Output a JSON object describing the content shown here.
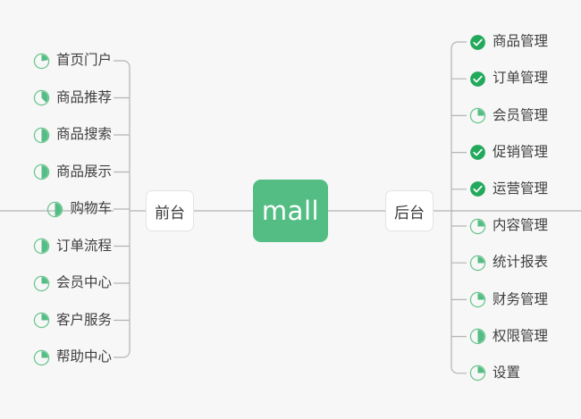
{
  "diagram": {
    "type": "mind-map",
    "title": "mall",
    "background_color": "#f7f7f7",
    "accent_color": "#53bd84",
    "ring_color": "#6cc58f",
    "wire_color": "#b4b4b4",
    "root": {
      "label": "mall",
      "text_color": "#ffffff",
      "fill_color": "#53bd84"
    },
    "branches": [
      {
        "id": "frontend",
        "label": "前台",
        "side": "left",
        "items": [
          {
            "label": "首页门户",
            "icon": "pie-progress-icon",
            "progress": 22,
            "status": "in-progress"
          },
          {
            "label": "商品推荐",
            "icon": "pie-progress-icon",
            "progress": 38,
            "status": "in-progress"
          },
          {
            "label": "商品搜索",
            "icon": "pie-progress-icon",
            "progress": 50,
            "status": "in-progress"
          },
          {
            "label": "商品展示",
            "icon": "pie-progress-icon",
            "progress": 50,
            "status": "in-progress"
          },
          {
            "label": "购物车",
            "icon": "pie-progress-icon",
            "progress": 50,
            "status": "in-progress"
          },
          {
            "label": "订单流程",
            "icon": "pie-progress-icon",
            "progress": 50,
            "status": "in-progress"
          },
          {
            "label": "会员中心",
            "icon": "pie-progress-icon",
            "progress": 25,
            "status": "in-progress"
          },
          {
            "label": "客户服务",
            "icon": "pie-progress-icon",
            "progress": 25,
            "status": "in-progress"
          },
          {
            "label": "帮助中心",
            "icon": "pie-progress-icon",
            "progress": 25,
            "status": "in-progress"
          }
        ]
      },
      {
        "id": "backend",
        "label": "后台",
        "side": "right",
        "items": [
          {
            "label": "商品管理",
            "icon": "check-circle-icon",
            "progress": 100,
            "status": "done"
          },
          {
            "label": "订单管理",
            "icon": "check-circle-icon",
            "progress": 100,
            "status": "done"
          },
          {
            "label": "会员管理",
            "icon": "pie-progress-icon",
            "progress": 25,
            "status": "in-progress"
          },
          {
            "label": "促销管理",
            "icon": "check-circle-icon",
            "progress": 100,
            "status": "done"
          },
          {
            "label": "运营管理",
            "icon": "check-circle-icon",
            "progress": 100,
            "status": "done"
          },
          {
            "label": "内容管理",
            "icon": "pie-progress-icon",
            "progress": 25,
            "status": "in-progress"
          },
          {
            "label": "统计报表",
            "icon": "pie-progress-icon",
            "progress": 25,
            "status": "in-progress"
          },
          {
            "label": "财务管理",
            "icon": "pie-progress-icon",
            "progress": 25,
            "status": "in-progress"
          },
          {
            "label": "权限管理",
            "icon": "pie-progress-icon",
            "progress": 50,
            "status": "in-progress"
          },
          {
            "label": "设置",
            "icon": "pie-progress-icon",
            "progress": 25,
            "status": "in-progress"
          }
        ]
      }
    ]
  }
}
